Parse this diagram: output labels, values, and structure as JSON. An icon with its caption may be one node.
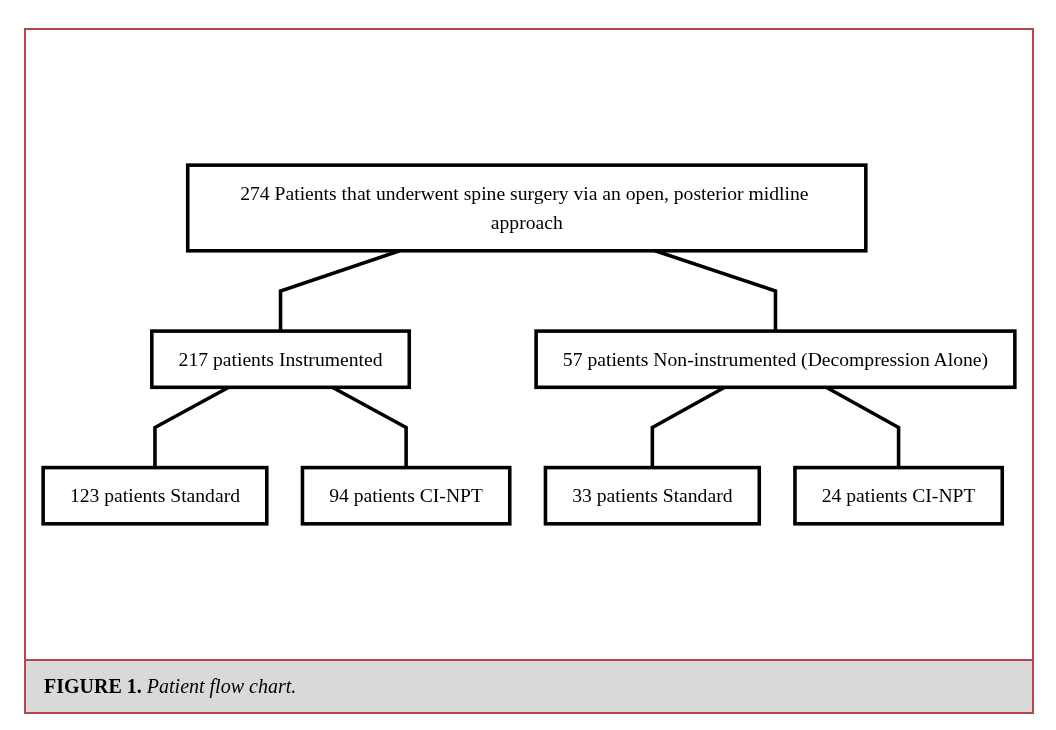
{
  "diagram": {
    "caption": "**FIGURE 1.** *Patient flow chart.*",
    "nodes": [
      {
        "text": [
          "274 Patients that underwent spine surgery via an open, posterior midline approach"
        ]
      },
      {
        "text": [
          "217 patients Instrumented"
        ]
      },
      {
        "text": [
          "57 patients Non-instrumented (Decompression Alone)"
        ]
      },
      {
        "text": [
          "123 patients Standard"
        ]
      },
      {
        "text": [
          "94 patients CI-NPT"
        ]
      },
      {
        "text": [
          "33 patients Standard"
        ]
      },
      {
        "text": [
          "24 patients CI-NPT"
        ]
      }
    ],
    "edges": [
      {
        "from": 0,
        "to": 1,
        "arrow": "none"
      },
      {
        "from": 0,
        "to": 2,
        "arrow": "none"
      },
      {
        "from": 1,
        "to": 3,
        "arrow": "none"
      },
      {
        "from": 1,
        "to": 4,
        "arrow": "none"
      },
      {
        "from": 2,
        "to": 5,
        "arrow": "none"
      },
      {
        "from": 2,
        "to": 6,
        "arrow": "none"
      }
    ]
  }
}
